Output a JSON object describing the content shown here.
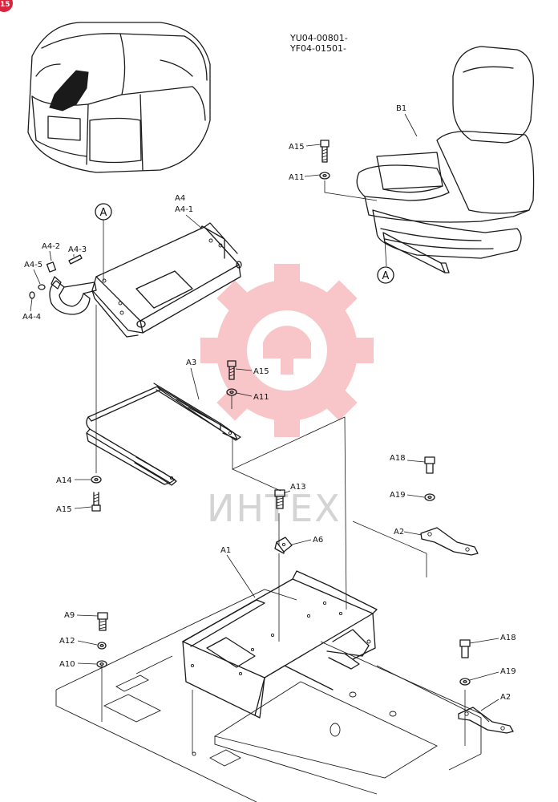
{
  "page_badge": "15",
  "serial_codes": [
    "YU04-00801-",
    "YF04-01501-"
  ],
  "watermark": {
    "text": "ИНТЕХ",
    "color": "#e8373d"
  },
  "ref_marks": [
    "A",
    "A"
  ],
  "labels": {
    "B1": "B1",
    "A15_seat": "A15",
    "A11_seat": "A11",
    "A4": "A4",
    "A4_1": "A4-1",
    "A4_2": "A4-2",
    "A4_3": "A4-3",
    "A4_5": "A4-5",
    "A4_4": "A4-4",
    "A3": "A3",
    "A15_rail": "A15",
    "A11_rail": "A11",
    "A14": "A14",
    "A15_low": "A15",
    "A18_top": "A18",
    "A19_top": "A19",
    "A2_top": "A2",
    "A13": "A13",
    "A6": "A6",
    "A1": "A1",
    "A9": "A9",
    "A12": "A12",
    "A10": "A10",
    "A18_bot": "A18",
    "A19_bot": "A19",
    "A2_bot": "A2"
  }
}
